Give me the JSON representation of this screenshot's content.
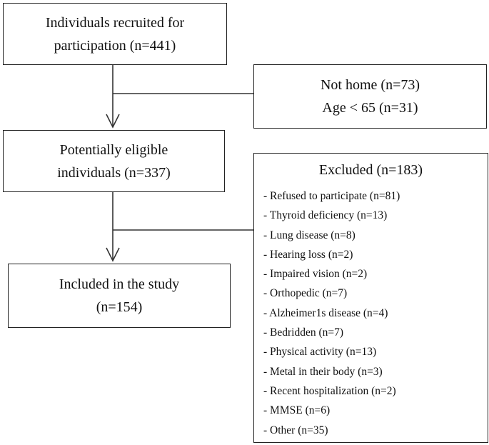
{
  "boxes": {
    "recruited": {
      "line1": "Individuals recruited for",
      "line2": "participation (n=441)"
    },
    "not_home": {
      "line1": "Not home (n=73)",
      "line2": "Age < 65 (n=31)"
    },
    "eligible": {
      "line1": "Potentially eligible",
      "line2": "individuals (n=337)"
    },
    "excluded": {
      "title": "Excluded (n=183)",
      "items": [
        "- Refused to participate (n=81)",
        "- Thyroid deficiency (n=13)",
        "- Lung disease (n=8)",
        "- Hearing loss (n=2)",
        "- Impaired vision (n=2)",
        "- Orthopedic (n=7)",
        "- Alzheimer1s disease (n=4)",
        "- Bedridden (n=7)",
        "- Physical activity (n=13)",
        "- Metal in their body (n=3)",
        "- Recent hospitalization (n=2)",
        "- MMSE (n=6)",
        "- Other (n=35)"
      ]
    },
    "included": {
      "line1": "Included in the study",
      "line2": "(n=154)"
    }
  }
}
